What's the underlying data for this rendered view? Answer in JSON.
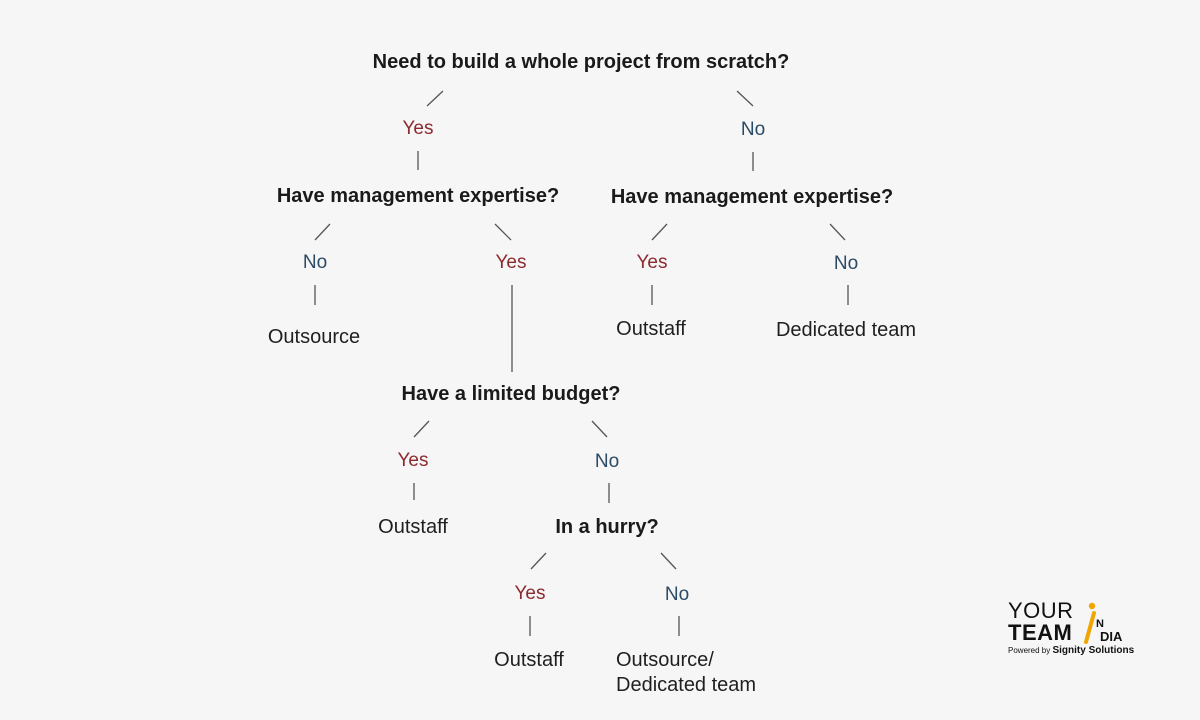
{
  "nodes": {
    "q_root": "Need to build a whole project from scratch?",
    "a_root_yes": "Yes",
    "a_root_no": "No",
    "q_mgmt_left": "Have management expertise?",
    "q_mgmt_right": "Have management expertise?",
    "a_ml_no": "No",
    "a_ml_yes": "Yes",
    "a_mr_yes": "Yes",
    "a_mr_no": "No",
    "leaf_outsource": "Outsource",
    "leaf_outstaff_1": "Outstaff",
    "leaf_dedicated_1": "Dedicated team",
    "q_budget": "Have a limited budget?",
    "a_budget_yes": "Yes",
    "a_budget_no": "No",
    "leaf_outstaff_2": "Outstaff",
    "q_hurry": "In a hurry?",
    "a_hurry_yes": "Yes",
    "a_hurry_no": "No",
    "leaf_outstaff_3": "Outstaff",
    "leaf_outsource_dedicated_line1": "Outsource/",
    "leaf_outsource_dedicated_line2": "Dedicated team"
  },
  "logo": {
    "line1": "YOUR",
    "line2": "TEAM",
    "n": "N",
    "india": "DIA",
    "powered_by": "Powered by",
    "company": "Signity Solutions"
  },
  "colors": {
    "yes": "#8b2a2f",
    "no": "#2b4a66",
    "question": "#1a1a1a",
    "logo_accent": "#f0a500"
  }
}
